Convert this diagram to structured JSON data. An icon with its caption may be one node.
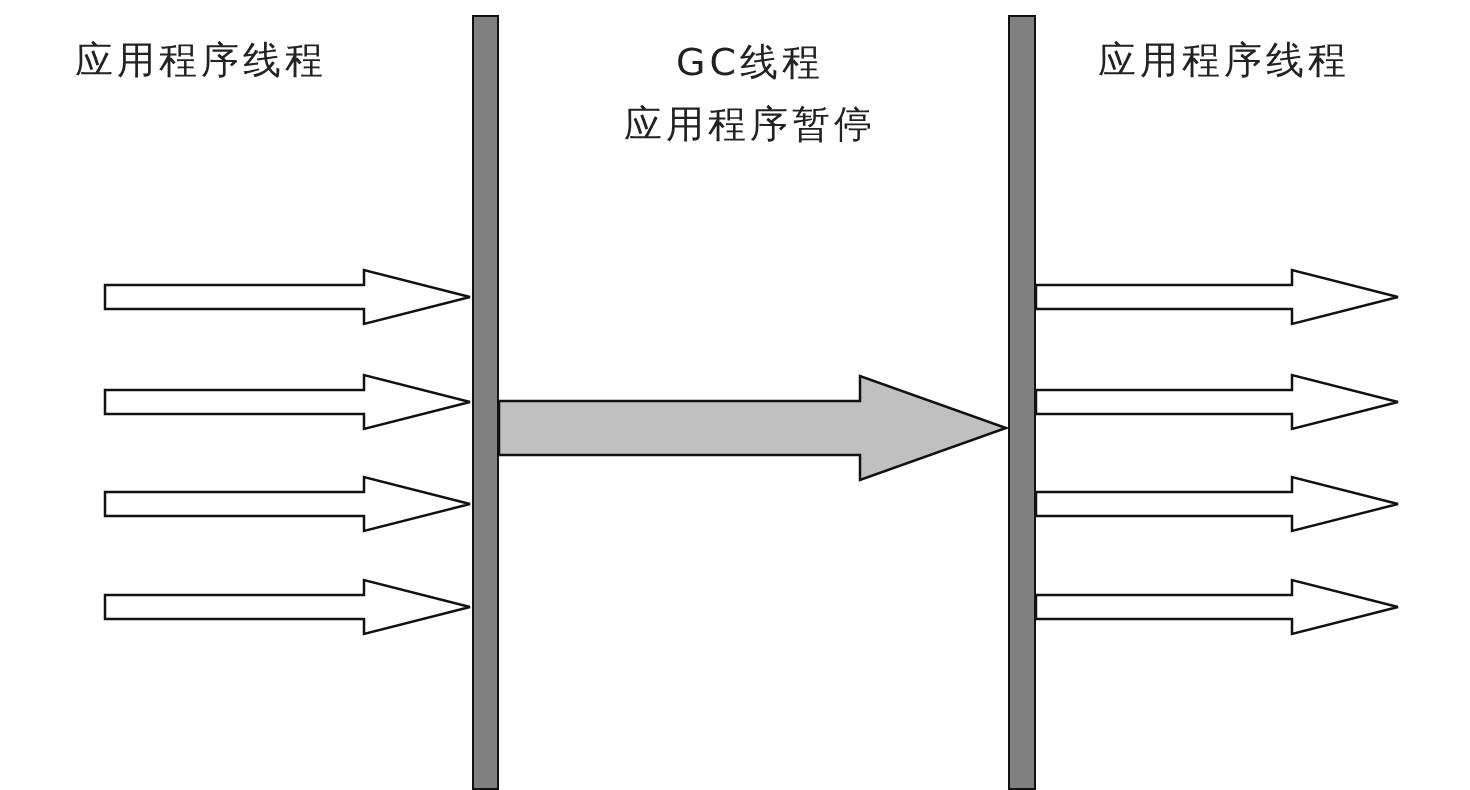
{
  "diagram": {
    "nodes": [
      {
        "text": [],
        "shape": "bar"
      },
      {
        "text": [],
        "shape": "bar"
      }
    ],
    "edges": [
      {
        "from": null,
        "to": 0,
        "arrow": "to"
      },
      {
        "from": null,
        "to": 0,
        "arrow": "to"
      },
      {
        "from": null,
        "to": 0,
        "arrow": "to"
      },
      {
        "from": null,
        "to": 0,
        "arrow": "to"
      },
      {
        "from": 0,
        "to": 1,
        "arrow": "to",
        "style": "thick",
        "color": "#c0c0c0"
      },
      {
        "from": 1,
        "to": null,
        "arrow": "to"
      },
      {
        "from": 1,
        "to": null,
        "arrow": "to"
      },
      {
        "from": 1,
        "to": null,
        "arrow": "to"
      },
      {
        "from": 1,
        "to": null,
        "arrow": "to"
      }
    ],
    "labels": [
      "应用程序线程",
      "GC线程",
      "应用程序暂停",
      "应用程序线程"
    ]
  }
}
